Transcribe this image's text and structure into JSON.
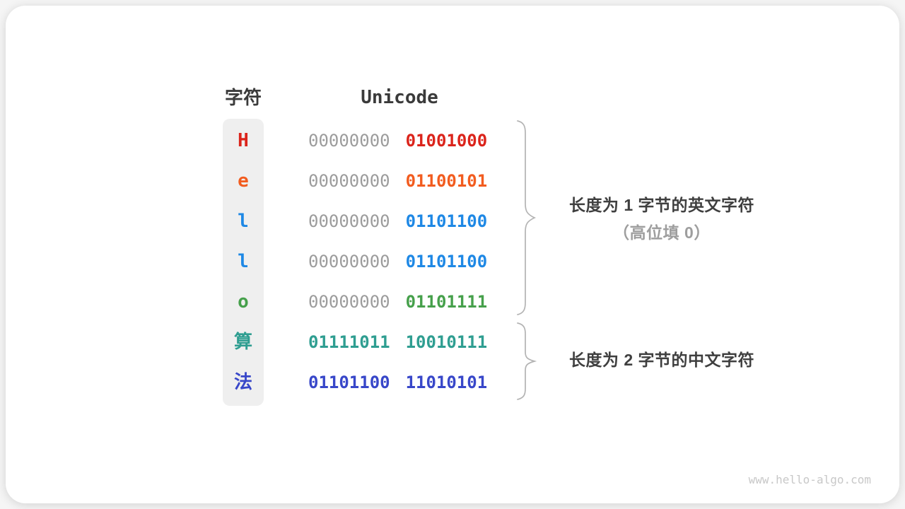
{
  "diagram": {
    "headers": {
      "char_header": "字符",
      "unicode_header": "Unicode"
    },
    "rows": [
      {
        "char": "H",
        "char_color": "#DB241B",
        "byte1": "00000000",
        "byte1_color": "#9C9C9C",
        "byte2": "01001000",
        "byte2_color": "#DB241B"
      },
      {
        "char": "e",
        "char_color": "#F25C1F",
        "byte1": "00000000",
        "byte1_color": "#9C9C9C",
        "byte2": "01100101",
        "byte2_color": "#F25C1F"
      },
      {
        "char": "l",
        "char_color": "#1E88E5",
        "byte1": "00000000",
        "byte1_color": "#9C9C9C",
        "byte2": "01101100",
        "byte2_color": "#1E88E5"
      },
      {
        "char": "l",
        "char_color": "#1E88E5",
        "byte1": "00000000",
        "byte1_color": "#9C9C9C",
        "byte2": "01101100",
        "byte2_color": "#1E88E5"
      },
      {
        "char": "o",
        "char_color": "#46A04B",
        "byte1": "00000000",
        "byte1_color": "#9C9C9C",
        "byte2": "01101111",
        "byte2_color": "#46A04B"
      },
      {
        "char": "算",
        "char_color": "#2F9E91",
        "byte1": "01111011",
        "byte1_color": "#2F9E91",
        "byte2": "10010111",
        "byte2_color": "#2F9E91"
      },
      {
        "char": "法",
        "char_color": "#3847C9",
        "byte1": "01101100",
        "byte1_color": "#3847C9",
        "byte2": "11010101",
        "byte2_color": "#3847C9"
      }
    ],
    "annotations": {
      "group1_line1": "长度为 1 字节的英文字符",
      "group1_line1_color": "#3F3F3F",
      "group1_line2": "（高位填 0）",
      "group1_line2_color": "#9E9E9E",
      "group2": "长度为 2 字节的中文字符",
      "group2_color": "#3F3F3F"
    },
    "watermark": "www.hello-algo.com",
    "colors": {
      "char_column_bg": "#EFEFEF",
      "brace_stroke": "#B3B3B3",
      "header_text": "#3A3A3A"
    }
  }
}
